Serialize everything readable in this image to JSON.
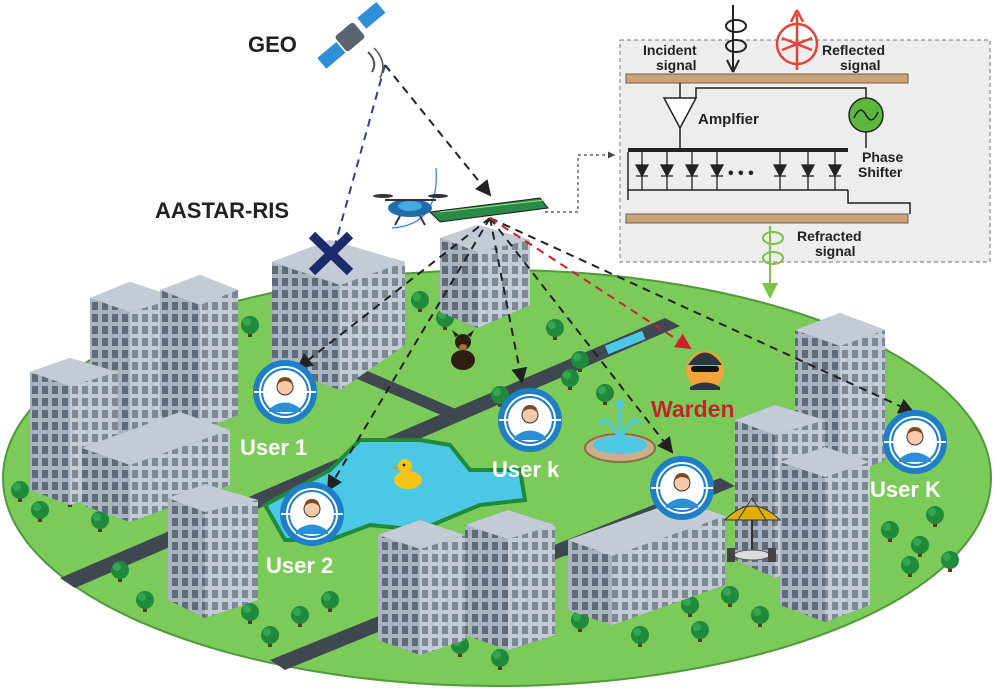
{
  "labels": {
    "geo": "GEO",
    "aastar": "AASTAR-RIS",
    "warden": "Warden",
    "user1": "User 1",
    "user2": "User 2",
    "userk": "User k",
    "userK": "User K"
  },
  "inset": {
    "incident_line1": "Incident",
    "incident_line2": "signal",
    "reflected_line1": "Reflected",
    "reflected_line2": "signal",
    "amplifier": "Amplfier",
    "phase_line1": "Phase",
    "phase_line2": "Shifter",
    "refracted_line1": "Refracted",
    "refracted_line2": "signal",
    "dots": "• • •"
  },
  "colors": {
    "ground": "#7ccb5a",
    "ground_edge": "#4f9a3b",
    "building": "#aab4c0",
    "building_dark": "#7d8894",
    "window": "#5f6b78",
    "road": "#3f4750",
    "water": "#4cc7e6",
    "user_ring": "#1f7fc6",
    "warden_red": "#c0272d",
    "link_black": "#222222",
    "link_red": "#d11f2b",
    "link_blue": "#2d3d9a"
  }
}
